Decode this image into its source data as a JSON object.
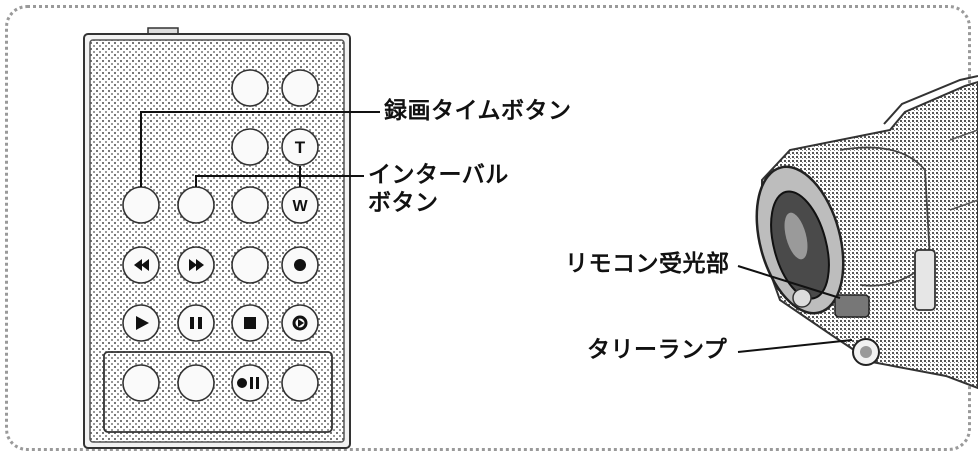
{
  "labels": {
    "rec_time_button": "録画タイムボタン",
    "interval_line1": "インターバル",
    "interval_line2": "ボタン",
    "remote_sensor": "リモコン受光部",
    "tally_lamp": "タリーランプ"
  },
  "remote": {
    "zoom_t": "T",
    "zoom_w": "W"
  },
  "icons": {
    "rewind": "rewind-icon",
    "fast_forward": "fast-forward-icon",
    "record": "record-icon",
    "play": "play-icon",
    "pause": "pause-icon",
    "stop": "stop-icon",
    "replay": "replay-icon",
    "record_pause": "record-pause-icon"
  }
}
